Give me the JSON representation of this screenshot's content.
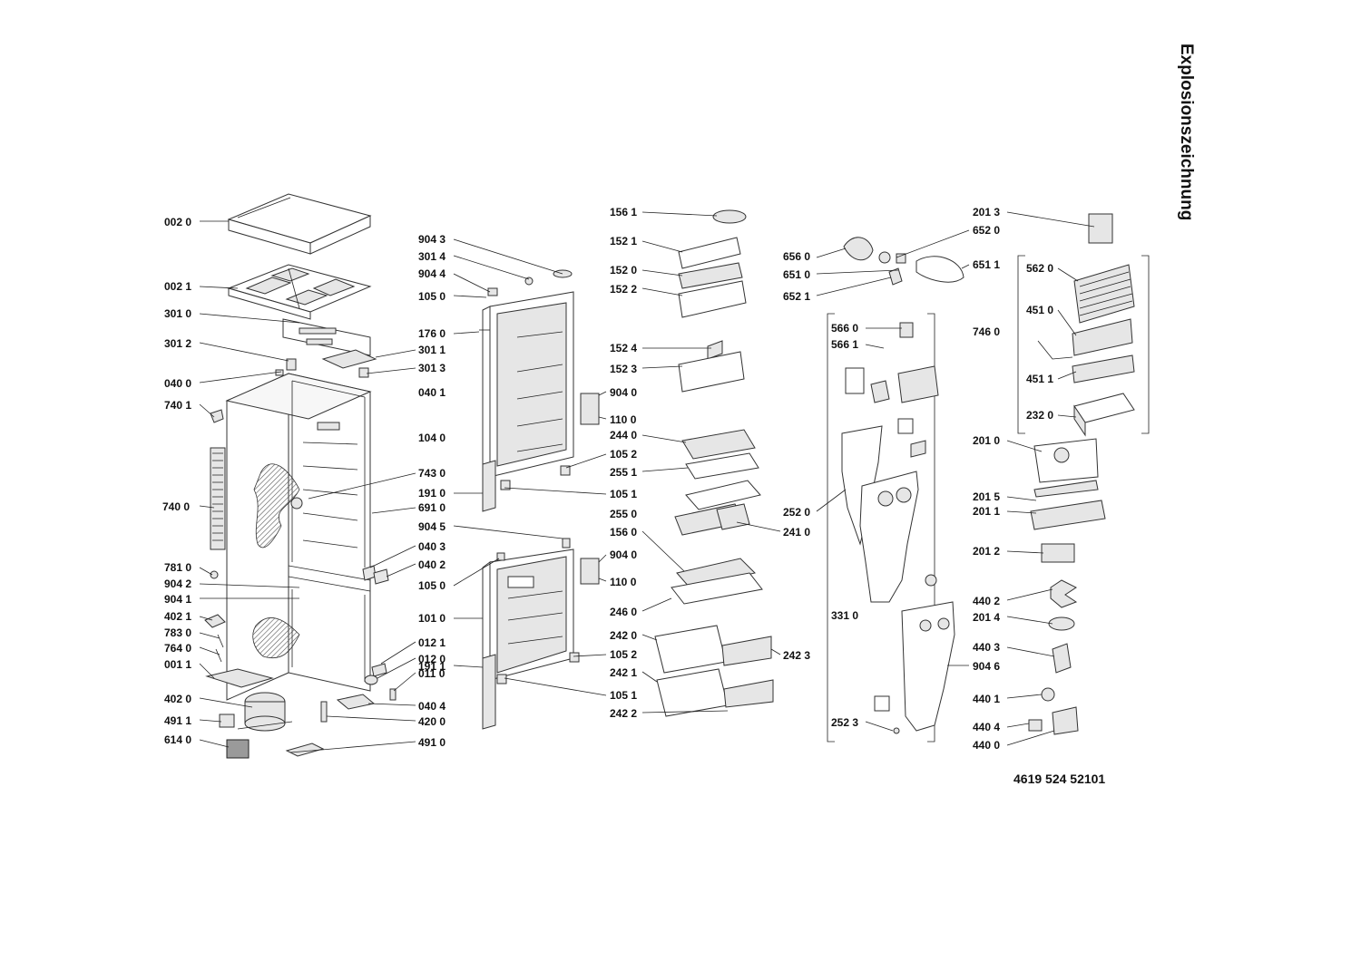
{
  "title": "Explosionszeichnung",
  "document_number": "4619 524 52101",
  "callouts": [
    {
      "code": "002 0"
    },
    {
      "code": "002 1"
    },
    {
      "code": "301 0"
    },
    {
      "code": "301 2"
    },
    {
      "code": "301 1"
    },
    {
      "code": "301 3"
    },
    {
      "code": "040 0"
    },
    {
      "code": "740 1"
    },
    {
      "code": "740 0"
    },
    {
      "code": "743 0"
    },
    {
      "code": "691 0"
    },
    {
      "code": "040 3"
    },
    {
      "code": "781 0"
    },
    {
      "code": "904 2"
    },
    {
      "code": "904 1"
    },
    {
      "code": "402 1"
    },
    {
      "code": "783 0"
    },
    {
      "code": "764 0"
    },
    {
      "code": "001 1"
    },
    {
      "code": "402 0"
    },
    {
      "code": "491 1"
    },
    {
      "code": "614 0"
    },
    {
      "code": "040 2"
    },
    {
      "code": "012 1"
    },
    {
      "code": "012 0"
    },
    {
      "code": "011 0"
    },
    {
      "code": "040 4"
    },
    {
      "code": "420 0"
    },
    {
      "code": "491 0"
    },
    {
      "code": "904 3"
    },
    {
      "code": "301 4"
    },
    {
      "code": "904 4"
    },
    {
      "code": "105 0"
    },
    {
      "code": "176 0"
    },
    {
      "code": "040 1"
    },
    {
      "code": "104 0"
    },
    {
      "code": "191 0"
    },
    {
      "code": "105 1"
    },
    {
      "code": "904 5"
    },
    {
      "code": "105 0"
    },
    {
      "code": "101 0"
    },
    {
      "code": "191 1"
    },
    {
      "code": "105 1"
    },
    {
      "code": "105 2"
    },
    {
      "code": "904 0"
    },
    {
      "code": "110 0"
    },
    {
      "code": "105 2"
    },
    {
      "code": "904 0"
    },
    {
      "code": "110 0"
    },
    {
      "code": "156 1"
    },
    {
      "code": "152 1"
    },
    {
      "code": "152 0"
    },
    {
      "code": "152 2"
    },
    {
      "code": "152 4"
    },
    {
      "code": "152 3"
    },
    {
      "code": "244 0"
    },
    {
      "code": "255 1"
    },
    {
      "code": "255 0"
    },
    {
      "code": "241 0"
    },
    {
      "code": "156 0"
    },
    {
      "code": "246 0"
    },
    {
      "code": "242 0"
    },
    {
      "code": "242 3"
    },
    {
      "code": "242 1"
    },
    {
      "code": "242 2"
    },
    {
      "code": "656 0"
    },
    {
      "code": "652 0"
    },
    {
      "code": "651 0"
    },
    {
      "code": "651 1"
    },
    {
      "code": "652 1"
    },
    {
      "code": "566 0"
    },
    {
      "code": "566 1"
    },
    {
      "code": "252 0"
    },
    {
      "code": "331 0"
    },
    {
      "code": "904 6"
    },
    {
      "code": "252 3"
    },
    {
      "code": "201 3"
    },
    {
      "code": "562 0"
    },
    {
      "code": "451 0"
    },
    {
      "code": "746 0"
    },
    {
      "code": "451 1"
    },
    {
      "code": "232 0"
    },
    {
      "code": "201 0"
    },
    {
      "code": "201 5"
    },
    {
      "code": "201 1"
    },
    {
      "code": "201 2"
    },
    {
      "code": "440 2"
    },
    {
      "code": "201 4"
    },
    {
      "code": "440 3"
    },
    {
      "code": "440 1"
    },
    {
      "code": "440 4"
    },
    {
      "code": "440 0"
    }
  ]
}
